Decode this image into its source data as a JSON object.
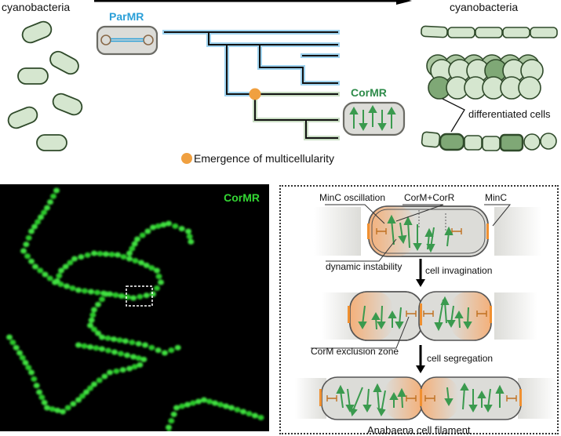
{
  "top": {
    "left_label": "cyanobacteria",
    "right_label": "cyanobacteria",
    "parmr_label": "ParMR",
    "cormr_label": "CorMR",
    "legend_label": "Emergence of multicellularity",
    "differentiated_label": "differentiated cells"
  },
  "micrograph": {
    "label": "CorMR"
  },
  "mechanism": {
    "minc_oscillation": "MinC oscillation",
    "cormcorr": "CorM+CorR",
    "minc": "MinC",
    "dynamic_instability": "dynamic instability",
    "cell_invagination": "cell invagination",
    "exclusion_zone": "CorM exclusion zone",
    "cell_segregation": "cell segregation",
    "filament_label": "Anabaena cell filament"
  },
  "colors": {
    "parmr_blue": "#2a9fd8",
    "cormr_green": "#2e8b4a",
    "cell_fill": "#d5e6cf",
    "cell_dark": "#7fa876",
    "cell_stroke": "#2f4a2a",
    "orange": "#f0a040",
    "fluor_green": "#33d633"
  }
}
